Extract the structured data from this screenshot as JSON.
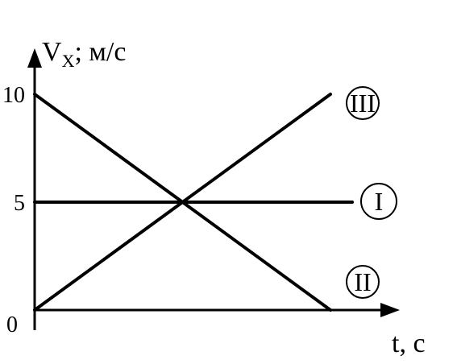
{
  "chart_data": {
    "type": "line",
    "xlabel": "t, с",
    "ylabel_main": "V",
    "ylabel_sub": "X",
    "ylabel_rest": "; м/с",
    "origin_label": "0",
    "yticks": [
      {
        "value": 5,
        "label": "5"
      },
      {
        "value": 10,
        "label": "10"
      }
    ],
    "ylim": [
      0,
      10
    ],
    "series": [
      {
        "name": "I",
        "x": [
          0,
          1
        ],
        "y": [
          5,
          5
        ]
      },
      {
        "name": "II",
        "x": [
          0,
          1
        ],
        "y": [
          10,
          0
        ]
      },
      {
        "name": "III",
        "x": [
          0,
          1
        ],
        "y": [
          0,
          10
        ]
      }
    ],
    "grid": false
  }
}
